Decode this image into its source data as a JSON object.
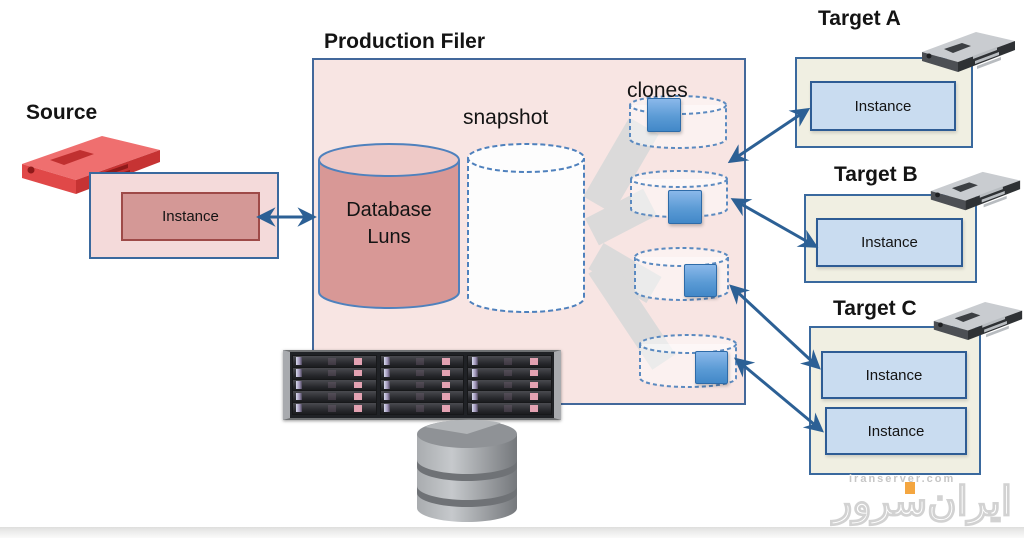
{
  "source": {
    "label": "Source",
    "instance_label": "Instance"
  },
  "filer": {
    "label": "Production Filer",
    "database_luns": {
      "line1": "Database",
      "line2": "Luns"
    },
    "snapshot_label": "snapshot",
    "clones_label": "clones",
    "clone_count": 4
  },
  "targets": [
    {
      "label": "Target A",
      "instances": [
        "Instance"
      ]
    },
    {
      "label": "Target B",
      "instances": [
        "Instance"
      ]
    },
    {
      "label": "Target C",
      "instances": [
        "Instance",
        "Instance"
      ]
    }
  ],
  "storage_array": {
    "drive_rows": 5,
    "drive_columns": 3
  },
  "watermark": {
    "site": "iranserver.com",
    "logo_text": "ایران‌سرور"
  },
  "colors": {
    "filer_bg": "#f8e5e3",
    "box_border": "#3a699e",
    "arrow": "#2c6095",
    "luns_fill": "#d89896",
    "luns_top": "#eec9c7",
    "cylinder_stroke": "#4f81bd",
    "target_bg": "#f0efe2",
    "target_instance_bg": "#c9dcf0",
    "source_bg": "#f4dada",
    "source_instance_bg": "#d49896",
    "source_instance_border": "#9e4a48",
    "clone_square": "#5b9bd5",
    "fanout_gray": "#dadada"
  }
}
